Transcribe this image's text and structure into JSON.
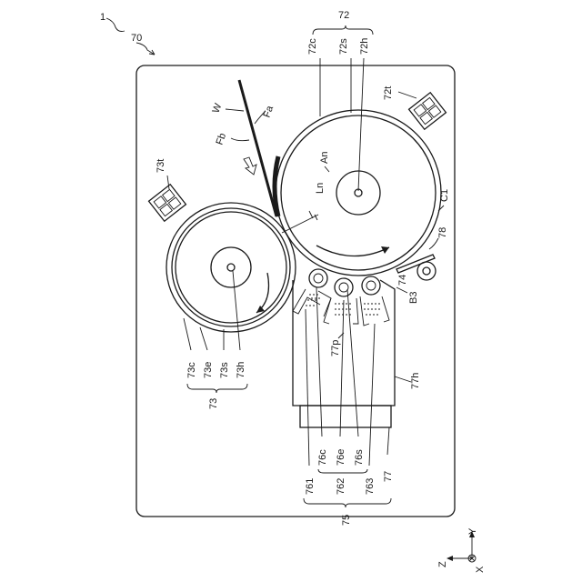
{
  "figure": {
    "ref_device": "1",
    "ref_unit": "70",
    "label_72": "72",
    "label_72c": "72c",
    "label_72s": "72s",
    "label_72h": "72h",
    "label_72t": "72t",
    "label_73t": "73t",
    "label_W": "W",
    "label_Fa": "Fa",
    "label_Fb": "Fb",
    "label_An": "An",
    "label_Ln": "Ln",
    "label_C1": "C1",
    "label_78": "78",
    "label_74": "74",
    "label_B3": "B3",
    "label_77p": "77p",
    "label_77h": "77h",
    "label_73c": "73c",
    "label_73e": "73e",
    "label_73s": "73s",
    "label_73h": "73h",
    "label_73": "73",
    "label_76c": "76c",
    "label_76e": "76e",
    "label_76s": "76s",
    "label_761": "761",
    "label_762": "762",
    "label_763": "763",
    "label_77": "77",
    "label_75": "75",
    "axis_y": "Y",
    "axis_z": "Z",
    "axis_x": "X"
  }
}
